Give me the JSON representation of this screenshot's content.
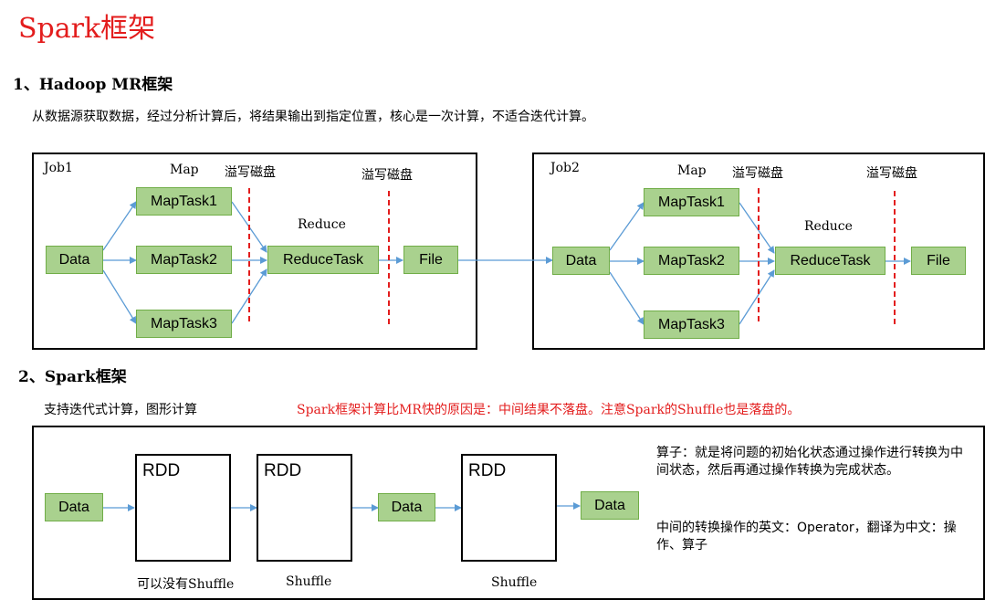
{
  "title": "Spark框架",
  "section1": {
    "heading": "1、Hadoop MR框架",
    "description": "从数据源获取数据，经过分析计算后，将结果输出到指定位置，核心是一次计算，不适合迭代计算。",
    "job1": {
      "label": "Job1",
      "map_label": "Map",
      "reduce_label": "Reduce",
      "spill1": "溢写磁盘",
      "spill2": "溢写磁盘",
      "data": "Data",
      "maptasks": [
        "MapTask1",
        "MapTask2",
        "MapTask3"
      ],
      "reducetask": "ReduceTask",
      "file": "File"
    },
    "job2": {
      "label": "Job2",
      "map_label": "Map",
      "reduce_label": "Reduce",
      "spill1": "溢写磁盘",
      "spill2": "溢写磁盘",
      "data": "Data",
      "maptasks": [
        "MapTask1",
        "MapTask2",
        "MapTask3"
      ],
      "reducetask": "ReduceTask",
      "file": "File"
    }
  },
  "section2": {
    "heading": "2、Spark框架",
    "subtitle": "支持迭代式计算，图形计算",
    "highlight": "Spark框架计算比MR快的原因是：中间结果不落盘。注意Spark的Shuffle也是落盘的。",
    "data1": "Data",
    "data2": "Data",
    "data3": "Data",
    "rdd1": "RDD",
    "rdd2": "RDD",
    "rdd3": "RDD",
    "shuffle1": "可以没有Shuffle",
    "shuffle2": "Shuffle",
    "shuffle3": "Shuffle",
    "note1": "算子：就是将问题的初始化状态通过操作进行转换为中间状态，然后再通过操作转换为完成状态。",
    "note2": "中间的转换操作的英文：Operator，翻译为中文：操作、算子"
  },
  "colors": {
    "accent": "#e31d1d",
    "box_fill": "#a9d18e",
    "box_border": "#70ad47",
    "arrow": "#5b9bd5"
  }
}
